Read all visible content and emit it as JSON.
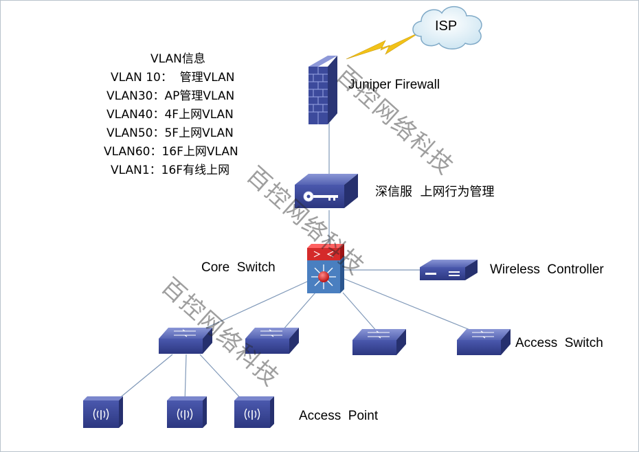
{
  "vlan_info": {
    "title": "VLAN信息",
    "lines": [
      "VLAN 10：  管理VLAN",
      "VLAN30：AP管理VLAN",
      "VLAN40：4F上网VLAN",
      "VLAN50：5F上网VLAN",
      "VLAN60：16F上网VLAN",
      "VLAN1：16F有线上网"
    ]
  },
  "nodes": {
    "isp": "ISP",
    "firewall": "Juniper Firewall",
    "behavior_mgmt": "深信服  上网行为管理",
    "core_switch": "Core  Switch",
    "wireless_controller": "Wireless  Controller",
    "access_switch": "Access  Switch",
    "access_point": "Access  Point"
  },
  "watermark": "百控网络科技",
  "colors": {
    "device_blue": "#3c4a9c",
    "device_face": "#5a68b8",
    "link": "#7f98b8",
    "lightning": "#f2c218",
    "core_red": "#d42a2a"
  }
}
